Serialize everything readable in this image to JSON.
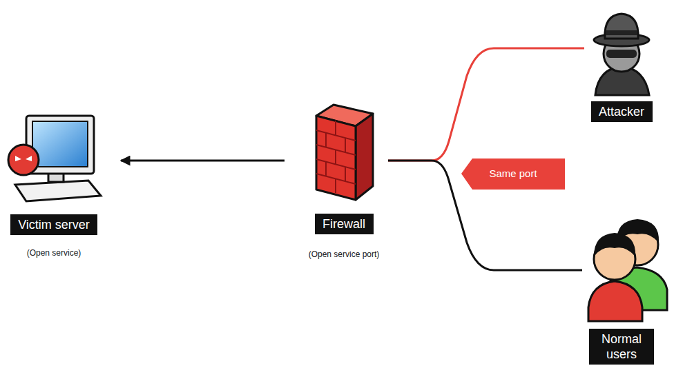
{
  "diagram": {
    "nodes": [
      {
        "text": [
          "Victim server",
          "(Open service)"
        ]
      },
      {
        "text": [
          "Firewall",
          "(Open service port)"
        ]
      },
      {
        "text": [
          "Attacker"
        ]
      },
      {
        "text": [
          "Normal users"
        ]
      }
    ],
    "edges": [
      {
        "from": 2,
        "to": 1,
        "arrow": "none"
      },
      {
        "from": 3,
        "to": 1,
        "arrow": "none"
      },
      {
        "from": 1,
        "to": 0,
        "arrow": "to"
      }
    ],
    "labels": [
      "Same port"
    ]
  }
}
